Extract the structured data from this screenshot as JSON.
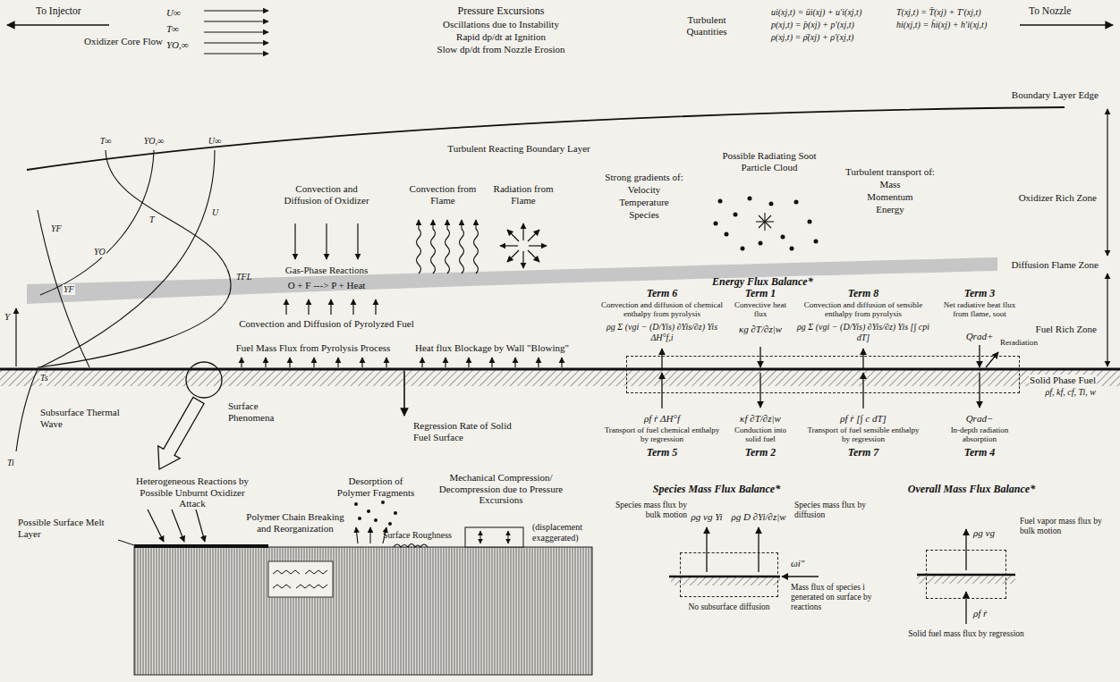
{
  "diagram": {
    "nodes": [
      {
        "text": [
          "Energy Flux Balance*"
        ]
      },
      {
        "text": [
          "Species Mass Flux Balance*"
        ]
      },
      {
        "text": [
          "Overall Mass Flux Balance*"
        ]
      }
    ],
    "labels": [
      "To Injector",
      "Oxidizer Core Flow",
      "U∞",
      "T∞",
      "YO,∞",
      "Pressure Excursions",
      "Oscillations due to Instability",
      "Rapid dp/dt at Ignition",
      "Slow dp/dt from Nozzle Erosion",
      "Turbulent Quantities",
      "ui(xj,t) = ūi(xj) + u′i(xj,t)",
      "p(xj,t) = p̄(xj) + p′(xj,t)",
      "ρ(xj,t) = ρ̄(xj) + ρ′(xj,t)",
      "T(xj,t) = T̄(xj) + T′(xj,t)",
      "hi(xj,t) = h̄i(xj) + h′i(xj,t)",
      "To Nozzle",
      "Boundary Layer Edge",
      "T∞",
      "YO,∞",
      "U∞",
      "Turbulent Reacting Boundary Layer",
      "Oxidizer Rich Zone",
      "Possible Radiating Soot Particle Cloud",
      "Convection and Diffusion of Oxidizer",
      "Convection from Flame",
      "Radiation from Flame",
      "Strong gradients of:",
      "Velocity",
      "Temperature",
      "Species",
      "Turbulent transport of:",
      "Mass",
      "Momentum",
      "Energy",
      "U",
      "YF",
      "T",
      "YO",
      "TFL",
      "YF",
      "Y",
      "Gas-Phase Reactions",
      "O + F ---> P + Heat",
      "Convection and Diffusion of Pyrolyzed Fuel",
      "Fuel Mass Flux from Pyrolysis Process",
      "Heat flux Blockage by Wall \"Blowing\"",
      "Diffusion Flame Zone",
      "Term 6",
      "Convection and diffusion of chemical enthalpy from pyrolysis",
      "ρg Σ (vgi − (D/Yis) ∂Yis/∂z) Yis ΔH°f,i",
      "Term 1",
      "Convective heat flux",
      "κg ∂T/∂z|w",
      "Term 8",
      "Convection and diffusion of sensible enthalpy from pyrolysis",
      "ρg Σ (vgi − (D/Yis) ∂Yis/∂z) Yis [∫ cpi dT]",
      "Term 3",
      "Net radiative heat flux from flame, soot",
      "Qrad+",
      "Reradiation",
      "Fuel Rich Zone",
      "Solid Phase Fuel",
      "ρf, kf, cf, Ti, w",
      "Ts",
      "Subsurface Thermal Wave",
      "Ti",
      "Surface Phenomena",
      "Regression Rate of Solid Fuel Surface",
      "ρf ṙ ΔH°f",
      "Transport of fuel chemical enthalpy by regression",
      "Term 5",
      "κf ∂T/∂z|w",
      "Conduction into solid fuel",
      "Term 2",
      "ρf ṙ [∫ c dT]",
      "Transport of fuel sensible enthalpy by regression",
      "Term 7",
      "Qrad−",
      "In-depth radiation absorption",
      "Term 4",
      "Heterogeneous Reactions by Possible Unburnt Oxidizer Attack",
      "Possible Surface Melt Layer",
      "Polymer Chain Breaking and Reorganization",
      "Desorption of Polymer Fragments",
      "Surface Roughness",
      "Mechanical Compression/ Decompression due to Pressure Excursions",
      "(displacement exaggerated)",
      "Species mass flux by bulk motion",
      "ρg vg Yi",
      "ρg D ∂Yi/∂z|w",
      "Species mass flux by diffusion",
      "ωi″",
      "Mass flux of species i generated on surface by reactions",
      "No subsurface diffusion",
      "ρg vg",
      "Fuel vapor mass flux by bulk motion",
      "ρf ṙ",
      "Solid fuel mass flux by regression"
    ]
  }
}
